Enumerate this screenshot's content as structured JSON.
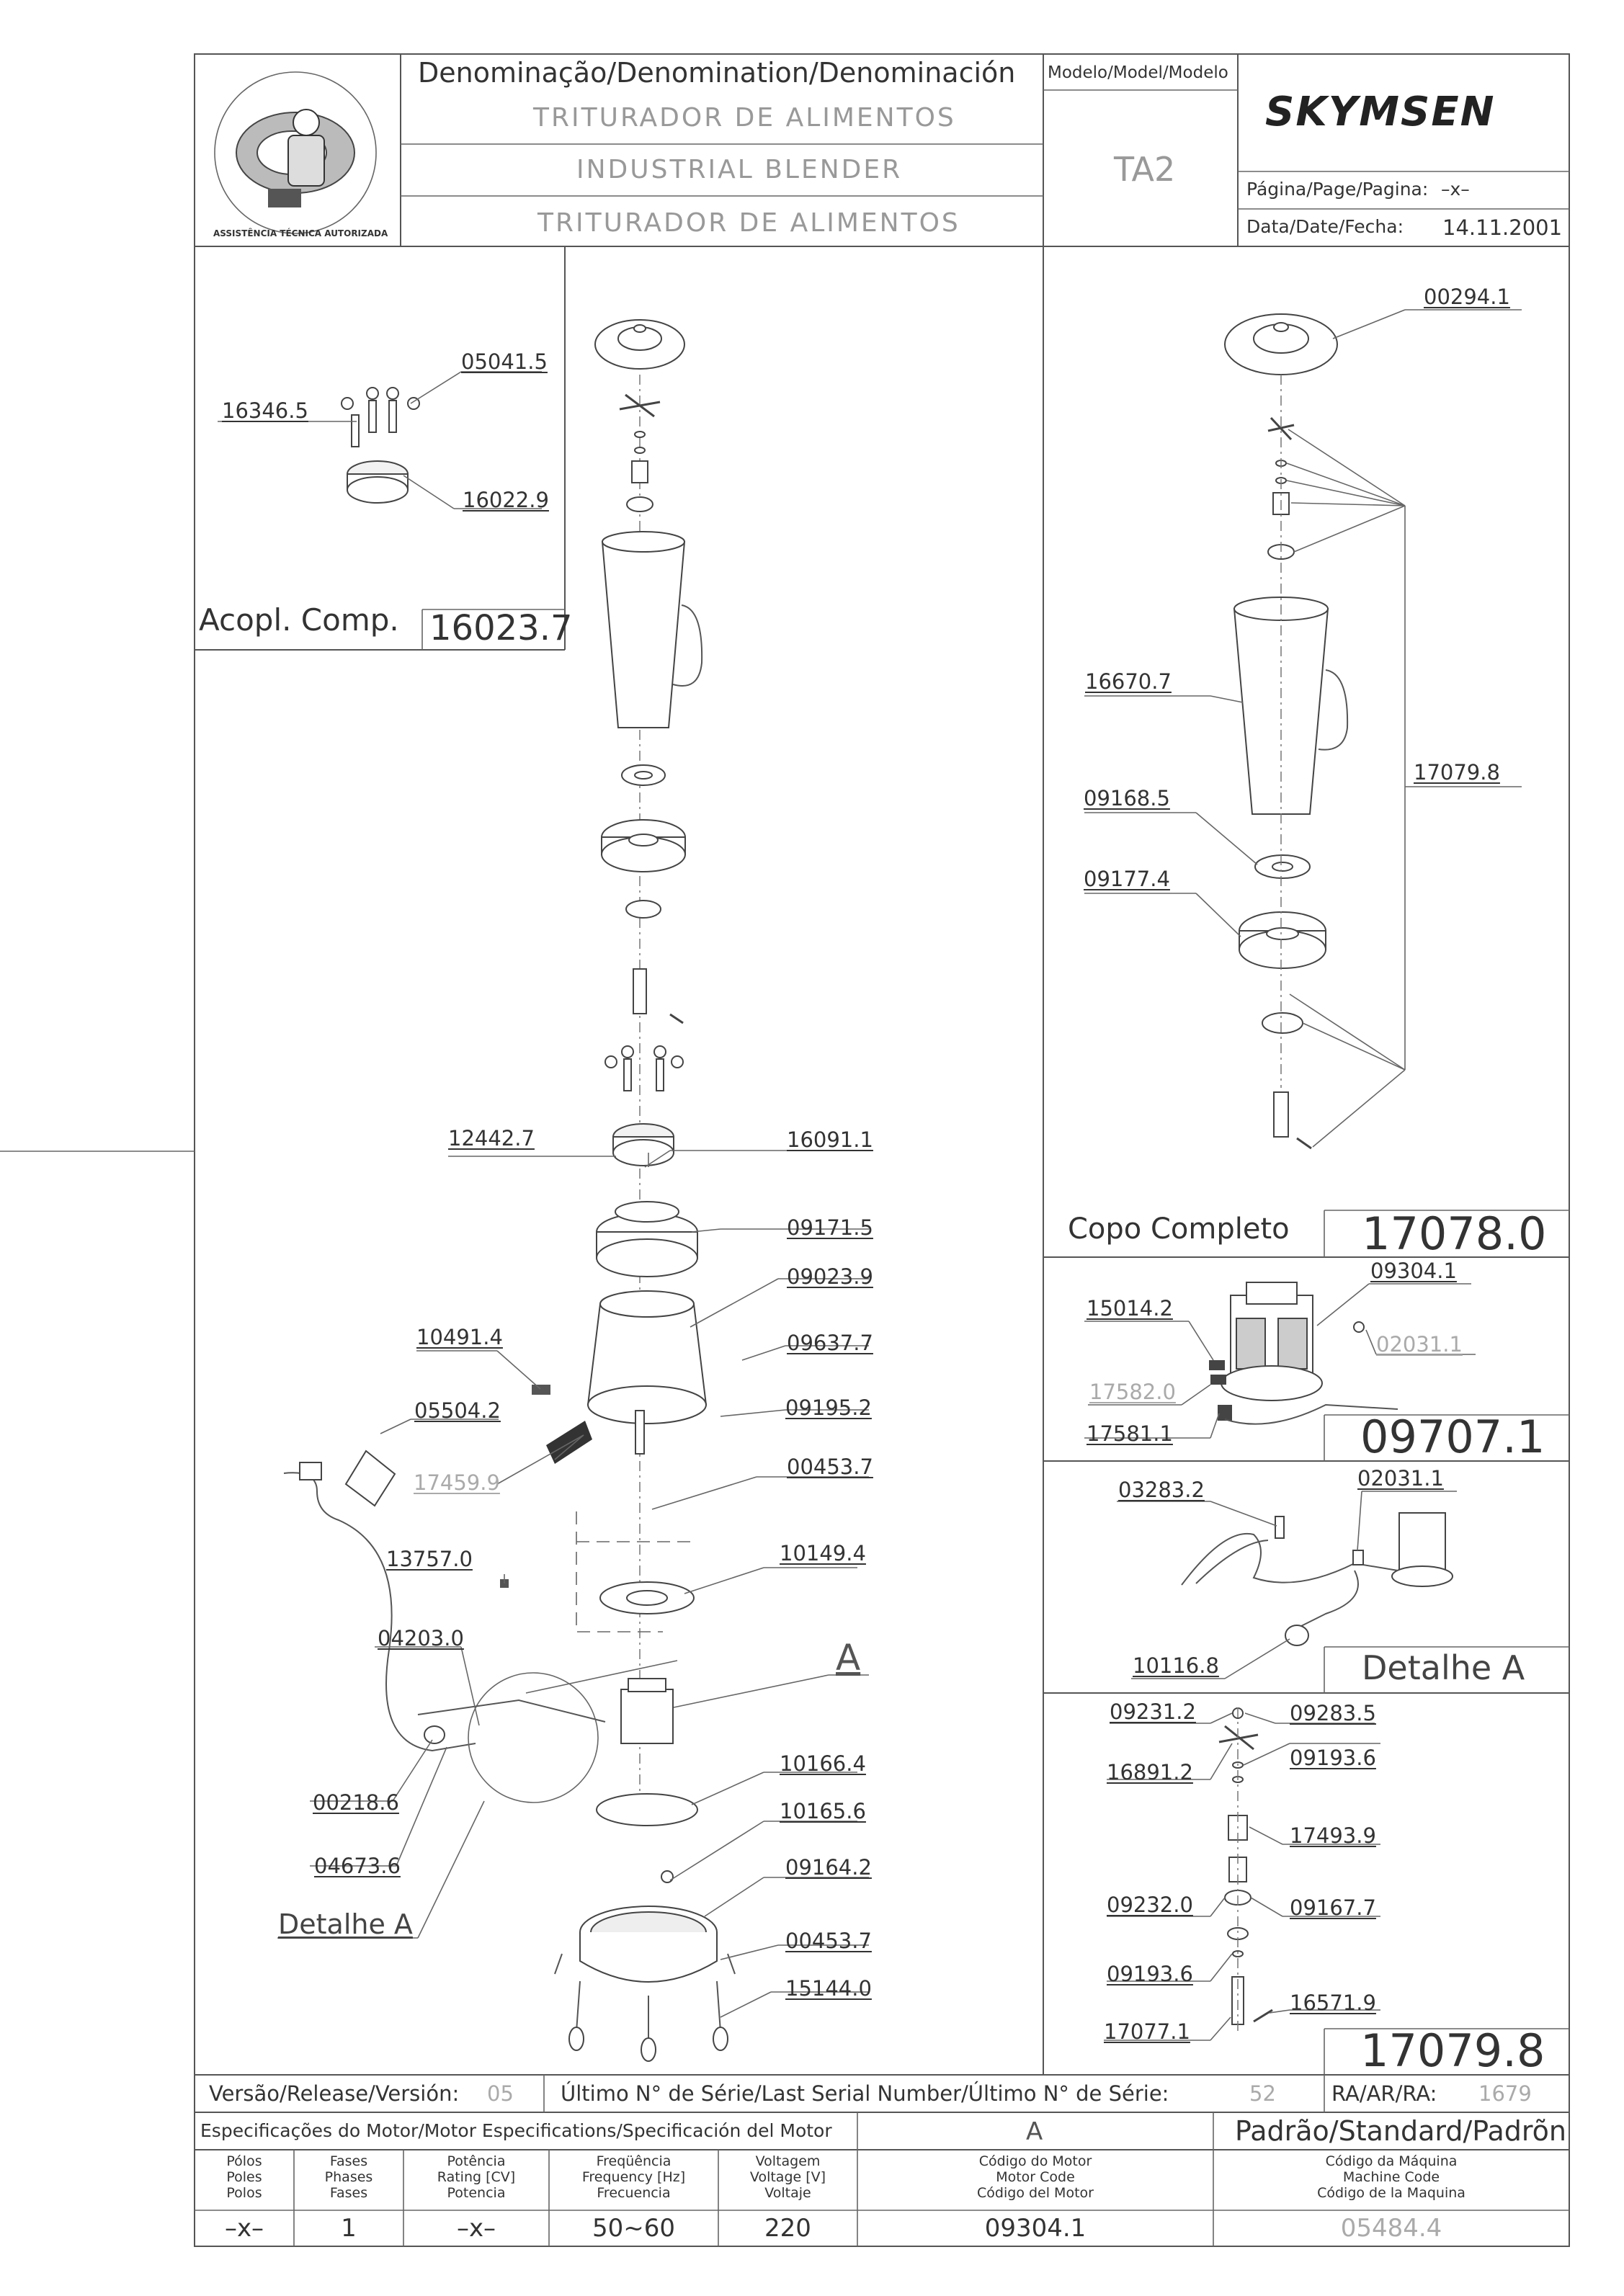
{
  "header": {
    "logo_text": "ASSISTÊNCIA TÉCNICA AUTORIZADA",
    "denomination_label": "Denominação/Denomination/Denominación",
    "name_pt": "TRITURADOR DE ALIMENTOS",
    "name_en": "INDUSTRIAL BLENDER",
    "name_es": "TRITURADOR DE ALIMENTOS",
    "model_label": "Modelo/Model/Modelo",
    "model_value": "TA2",
    "brand": "SKYMSEN",
    "page_label": "Página/Page/Pagina:",
    "page_value": "–x–",
    "date_label": "Data/Date/Fecha:",
    "date_value": "14.11.2001"
  },
  "coupling": {
    "labels": [
      "05041.5",
      "16346.5",
      "16022.9"
    ],
    "title": "Acopl. Comp.",
    "code": "16023.7"
  },
  "main_labels": {
    "l12442": "12442.7",
    "l16091": "16091.1",
    "l09171": "09171.5",
    "l09023": "09023.9",
    "l10491": "10491.4",
    "l09637": "09637.7",
    "l05504": "05504.2",
    "l09195": "09195.2",
    "l17459": "17459.9",
    "l00453a": "00453.7",
    "l13757": "13757.0",
    "l10149": "10149.4",
    "l04203": "04203.0",
    "lA": "A",
    "l10166": "10166.4",
    "l10165": "10165.6",
    "l00218": "00218.6",
    "l09164": "09164.2",
    "l04673": "04673.6",
    "l00453b": "00453.7",
    "detail": "Detalhe A",
    "l15144": "15144.0"
  },
  "cup_assembly": {
    "l00294": "00294.1",
    "l16670": "16670.7",
    "l17079": "17079.8",
    "l09168": "09168.5",
    "l09177": "09177.4",
    "title": "Copo Completo",
    "code": "17078.0"
  },
  "motor": {
    "l09304": "09304.1",
    "l15014": "15014.2",
    "l02031": "02031.1",
    "l17582": "17582.0",
    "l17581": "17581.1",
    "code": "09707.1"
  },
  "detail_a": {
    "l03283": "03283.2",
    "l02031": "02031.1",
    "l10116": "10116.8",
    "title": "Detalhe A"
  },
  "shaft": {
    "l09231": "09231.2",
    "l09283": "09283.5",
    "l16891": "16891.2",
    "l09193a": "09193.6",
    "l17493": "17493.9",
    "l09232": "09232.0",
    "l09167": "09167.7",
    "l09193b": "09193.6",
    "l16571": "16571.9",
    "l17077": "17077.1",
    "code": "17079.8"
  },
  "footer": {
    "version_label": "Versão/Release/Versión:",
    "version_value": "05",
    "serial_label": "Último N° de Série/Last Serial Number/Último N° de Série:",
    "serial_value": "52",
    "ra_label": "RA/AR/RA:",
    "ra_value": "1679",
    "motor_spec_label": "Especificações do Motor/Motor Especifications/Specificación del Motor",
    "motor_spec_value": "A",
    "standard_label": "Padrão/Standard/Padrõn",
    "columns": [
      {
        "head": "Pólos\nPoles\nPolos",
        "value": "–x–"
      },
      {
        "head": "Fases\nPhases\nFases",
        "value": "1"
      },
      {
        "head": "Potência\nRating [CV]\nPotencia",
        "value": "–x–"
      },
      {
        "head": "Freqüência\nFrequency [Hz]\nFrecuencia",
        "value": "50~60"
      },
      {
        "head": "Voltagem\nVoltage [V]\nVoltaje",
        "value": "220"
      },
      {
        "head": "Código do Motor\nMotor Code\nCódigo del Motor",
        "value": "09304.1"
      },
      {
        "head": "Código da Máquina\nMachine Code\nCódigo de la Maquina",
        "value": "05484.4"
      }
    ]
  }
}
